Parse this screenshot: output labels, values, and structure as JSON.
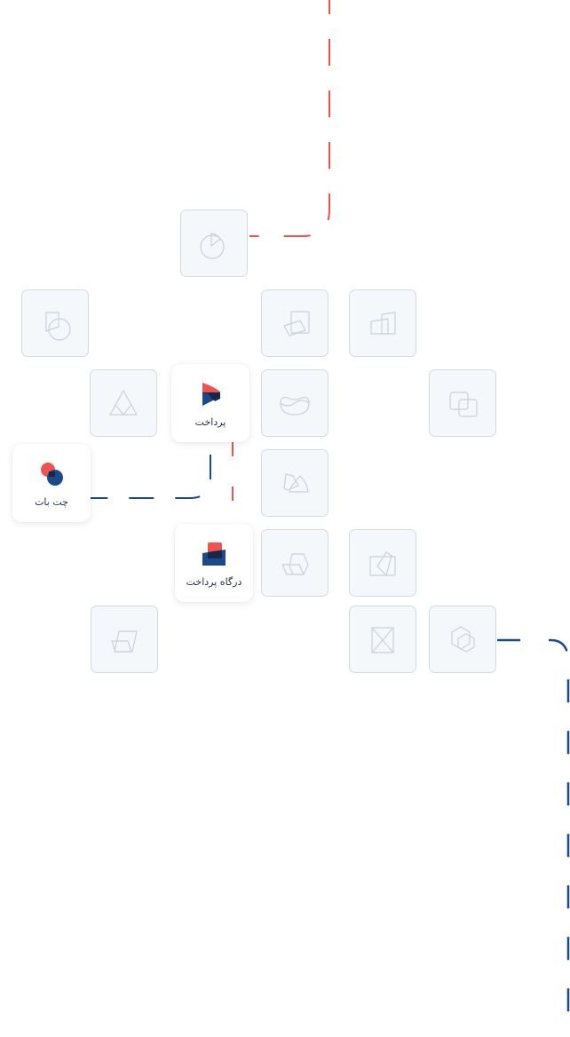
{
  "diagram": {
    "colors": {
      "accent_red": "#ef5350",
      "accent_blue": "#1a4a8a",
      "dark_navy": "#15284b",
      "tile_bg": "#f5f8fb",
      "tile_border": "#d5dbe3",
      "icon_stroke": "#cbd0da"
    },
    "feature_cards": [
      {
        "id": "payment",
        "label": "پرداخت",
        "icon": "payment-play-icon"
      },
      {
        "id": "chatbot",
        "label": "چت بات",
        "icon": "chatbot-circles-icon"
      },
      {
        "id": "payment-gateway",
        "label": "درگاه پرداخت",
        "icon": "payment-gateway-wallet-icon"
      }
    ],
    "placeholder_tiles": [
      {
        "icon": "pie-slice-circle-icon"
      },
      {
        "icon": "square-circle-icon"
      },
      {
        "icon": "tilted-squares-icon"
      },
      {
        "icon": "bar-blocks-icon"
      },
      {
        "icon": "triangle-split-icon"
      },
      {
        "icon": "infinity-bowl-icon"
      },
      {
        "icon": "overlap-rects-icon"
      },
      {
        "icon": "fan-shapes-icon"
      },
      {
        "icon": "hexagon-fold-icon"
      },
      {
        "icon": "card-rotated-icon"
      },
      {
        "icon": "parallelogram-icon"
      },
      {
        "icon": "hourglass-icon"
      },
      {
        "icon": "double-hexagon-icon"
      }
    ],
    "connectors": [
      {
        "from": "top",
        "to": "pie-slice-tile",
        "color": "red",
        "style": "dashed"
      },
      {
        "from": "payment",
        "to": "payment-gateway",
        "color": "red",
        "style": "dashed"
      },
      {
        "from": "payment",
        "to": "chatbot",
        "color": "blue",
        "style": "dashed"
      },
      {
        "from": "double-hexagon-tile",
        "to": "bottom",
        "color": "blue",
        "style": "dashed"
      }
    ]
  }
}
